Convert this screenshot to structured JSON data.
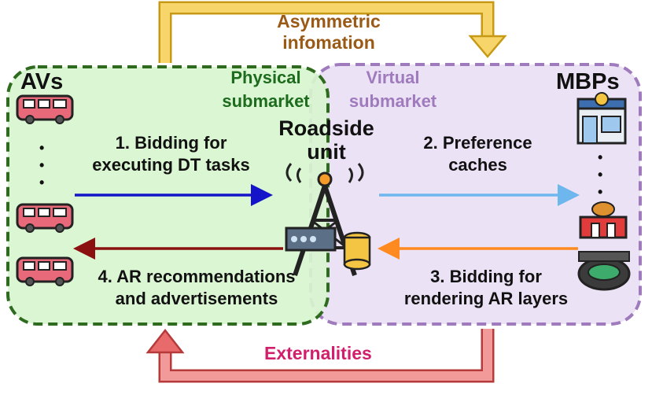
{
  "labels": {
    "asymmetric_line1": "Asymmetric",
    "asymmetric_line2": "infomation",
    "externalities": "Externalities",
    "avs": "AVs",
    "mbps": "MBPs",
    "physical_line1": "Physical",
    "physical_line2": "submarket",
    "virtual_line1": "Virtual",
    "virtual_line2": "submarket",
    "roadside_line1": "Roadside",
    "roadside_line2": "unit",
    "step1_line1": "1. Bidding for",
    "step1_line2": "executing DT tasks",
    "step2_line1": "2. Preference",
    "step2_line2": "caches",
    "step3_line1": "3. Bidding for",
    "step3_line2": "rendering AR layers",
    "step4_line1": "4. AR recommendations",
    "step4_line2": "and advertisements",
    "bullet": "•"
  },
  "colors": {
    "physical_fill": "#d8f5cf",
    "physical_border": "#2e6b1f",
    "virtual_fill": "#ece2f5",
    "virtual_border": "#9f7bbd",
    "asymmetric_arrow": "#f4c542",
    "asymmetric_text": "#9a5a16",
    "externalities_arrow": "#e86a6a",
    "externalities_text": "#d11f6b",
    "arrow1": "#1414c8",
    "arrow2": "#6db7ee",
    "arrow3": "#ff8a1f",
    "arrow4": "#8b1010",
    "physical_text": "#1d6b1d",
    "virtual_text": "#9f7bbd",
    "bus": "#e86a7a"
  },
  "icons": {
    "bus": "bus-icon",
    "shop": "shop-icon",
    "food_stall": "food-stall-icon",
    "stadium": "stadium-icon",
    "tower": "roadside-tower-icon",
    "server": "server-icon",
    "database": "database-icon"
  }
}
